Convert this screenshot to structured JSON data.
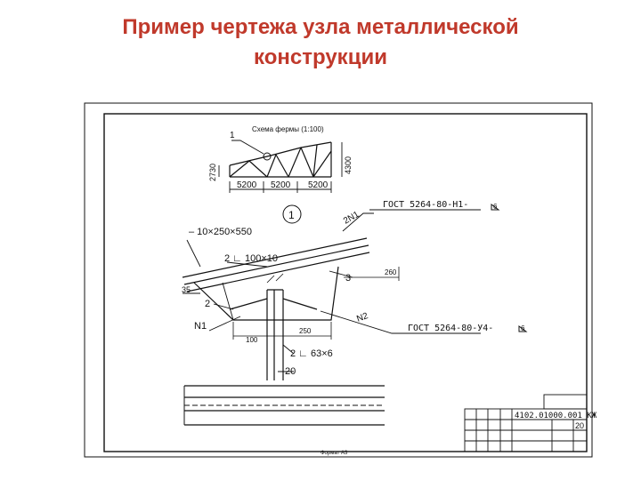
{
  "slide": {
    "title_line1": "Пример чертежа узла металлической",
    "title_line2": "конструкции"
  },
  "drawing": {
    "scheme_caption": "Схема фермы (1:100)",
    "mark_1": "1",
    "height_left": "2730",
    "height_right": "4300",
    "span_1": "5200",
    "span_2": "5200",
    "span_3": "5200",
    "node_callout": "1",
    "plate_label": "– 10×250×550",
    "angle_label": "2 ∟ 100×10",
    "weld_top_label": "2N1",
    "gost_top": "ГОСТ 5264-80-Н1-",
    "gost_top_symbol": "6",
    "dim_35": "35",
    "part_2": "2",
    "part_3": "3",
    "weld_n1": "N1",
    "weld_n2": "N2",
    "dim_260": "260",
    "dim_100": "100",
    "dim_250": "250",
    "gost_bottom": "ГОСТ 5264-80-У4-",
    "gost_bottom_symbol": "6",
    "angle_bottom_label": "2 ∟ 63×6",
    "dim_20": "20",
    "stamp_code": "4102.01000.001 КЖ",
    "stamp_sheet": "20",
    "stamp_footer": "Формат А3"
  },
  "colors": {
    "title": "#c0392b",
    "lines": "#111111"
  }
}
